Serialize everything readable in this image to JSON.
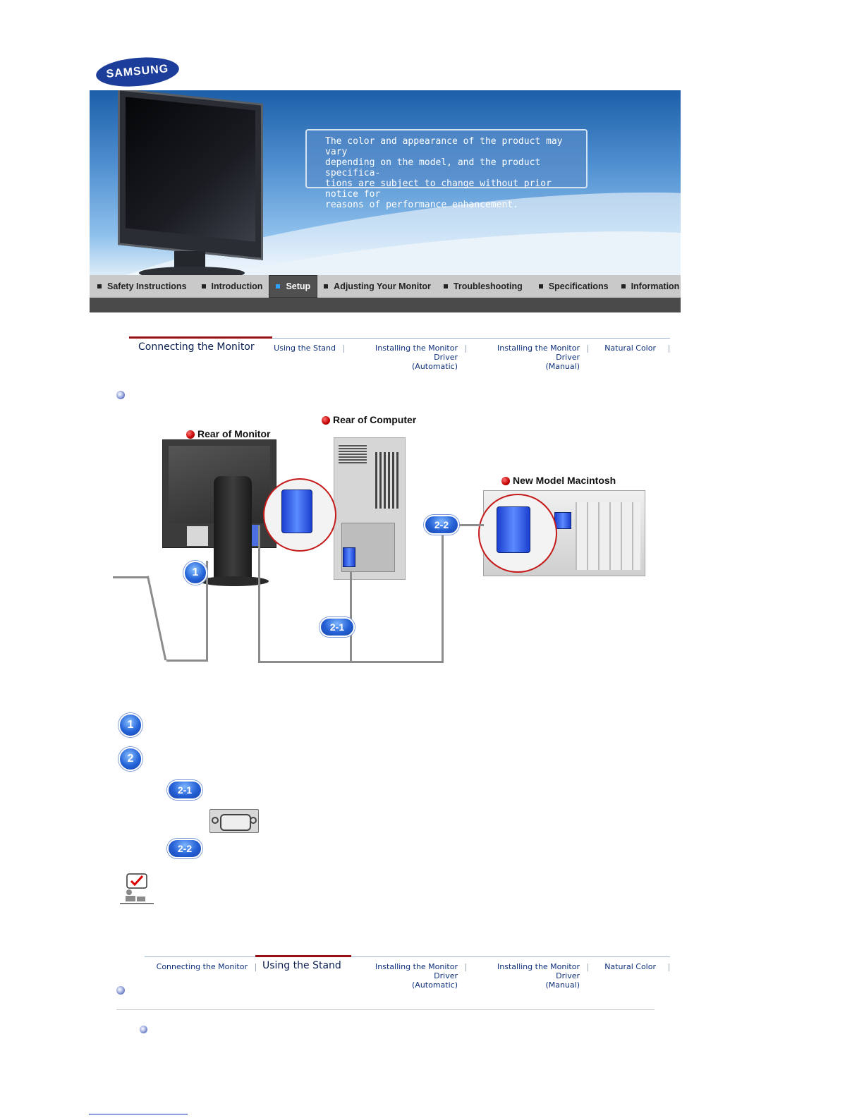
{
  "brand": {
    "logo_text": "SAMSUNG"
  },
  "banner": {
    "notice": "The color and appearance of the product may vary\ndepending on the model, and the product specifica-\ntions are subject to change without prior notice for\nreasons of performance enhancement."
  },
  "main_nav": {
    "items": [
      {
        "label": "Safety Instructions"
      },
      {
        "label": "Introduction"
      },
      {
        "label": "Setup",
        "active": true
      },
      {
        "label": "Adjusting Your Monitor"
      },
      {
        "label": "Troubleshooting"
      },
      {
        "label": "Specifications"
      },
      {
        "label": "Information"
      }
    ],
    "active_color": "#2aa4ff"
  },
  "sub_tabs": {
    "connecting": "Connecting  the Monitor",
    "stand": "Using the Stand",
    "driver_auto_line1": "Installing the Monitor Driver",
    "driver_auto_line2": "(Automatic)",
    "driver_manual_line1": "Installing the Monitor Driver",
    "driver_manual_line2": "(Manual)",
    "natural_color": "Natural Color"
  },
  "diagram": {
    "rear_monitor": "Rear of Monitor",
    "rear_computer": "Rear of Computer",
    "mac": "New Model Macintosh",
    "badge_1": "1",
    "badge_2_1": "2-1",
    "badge_2_2": "2-2"
  },
  "steps": {
    "step1": "1",
    "step2": "2",
    "step2_1": "2-1",
    "step2_2": "2-2"
  }
}
